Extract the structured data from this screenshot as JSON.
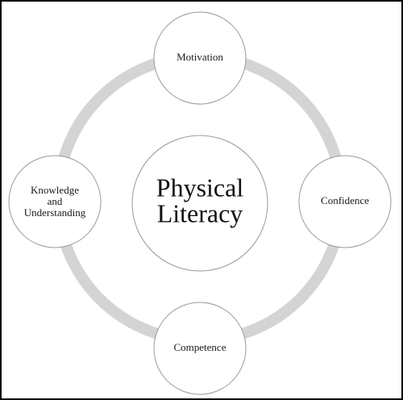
{
  "diagram": {
    "center": {
      "lines": [
        "Physical",
        "Literacy"
      ]
    },
    "nodes": {
      "top": {
        "lines": [
          "Motivation"
        ]
      },
      "right": {
        "lines": [
          "Confidence"
        ]
      },
      "bottom": {
        "lines": [
          "Competence"
        ]
      },
      "left": {
        "lines": [
          "Knowledge",
          "and",
          "Understanding"
        ]
      }
    }
  }
}
